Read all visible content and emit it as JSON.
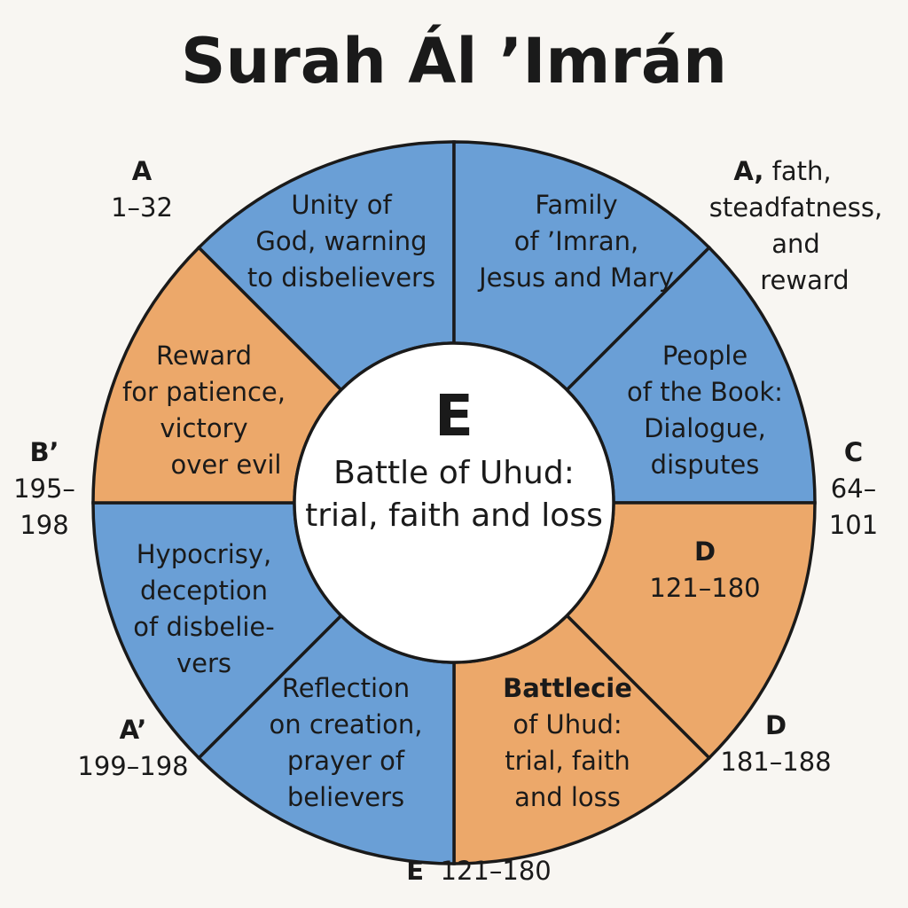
{
  "title": "Surah Ál ’Imrán",
  "colors": {
    "blue": "#6a9fd6",
    "orange": "#eca86a",
    "stroke": "#1a1a1a",
    "background": "#f8f6f2"
  },
  "center": {
    "letter": "E",
    "line1": "Battle of Uhud:",
    "line2": "trial, faith and loss"
  },
  "segments": [
    {
      "color": "blue",
      "lines": [
        "Unity of",
        "God, warning",
        "to disbelievers"
      ]
    },
    {
      "color": "blue",
      "lines": [
        "Family",
        "of ’Imran,",
        "Jesus and Mary"
      ]
    },
    {
      "color": "blue",
      "lines": [
        "People",
        "of the Book:",
        "Dialogue,",
        "disputes"
      ]
    },
    {
      "color": "orange",
      "lines": [
        "D",
        "121–180"
      ]
    },
    {
      "color": "orange",
      "lines": [
        "Battlecie",
        "of Uhud:",
        "trial, faith",
        "and loss"
      ]
    },
    {
      "color": "blue",
      "lines": [
        "Reflection",
        "on creation,",
        "prayer of",
        "believers"
      ]
    },
    {
      "color": "blue",
      "lines": [
        "Hypocrisy,",
        "deception",
        "of disbelie-",
        "vers"
      ]
    },
    {
      "color": "orange",
      "lines": [
        "Reward",
        "for patience,",
        "victory",
        "over evil"
      ]
    }
  ],
  "outer_labels": [
    {
      "letter": "A",
      "range": "1–32"
    },
    {
      "letter": "A,",
      "text": "fath,",
      "more": [
        "steadfatness,",
        "and",
        "reward"
      ]
    },
    {
      "letter": "C",
      "range": "64–",
      "range2": "101"
    },
    {
      "letter": "D",
      "range": "181–188"
    },
    {
      "letter": "E",
      "range": "121–180"
    },
    {
      "letter": "A’",
      "range": "199–198"
    },
    {
      "letter": "B’",
      "range": "195–",
      "range2": "198"
    }
  ]
}
